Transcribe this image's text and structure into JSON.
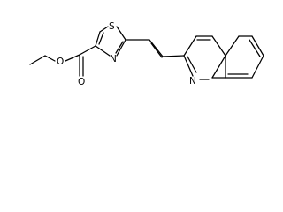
{
  "structure": {
    "atom_labels": {
      "ester_o_single": "O",
      "ester_o_double": "O",
      "thiazole_s": "S",
      "thiazole_n": "N",
      "quinoline_n": "N"
    }
  }
}
